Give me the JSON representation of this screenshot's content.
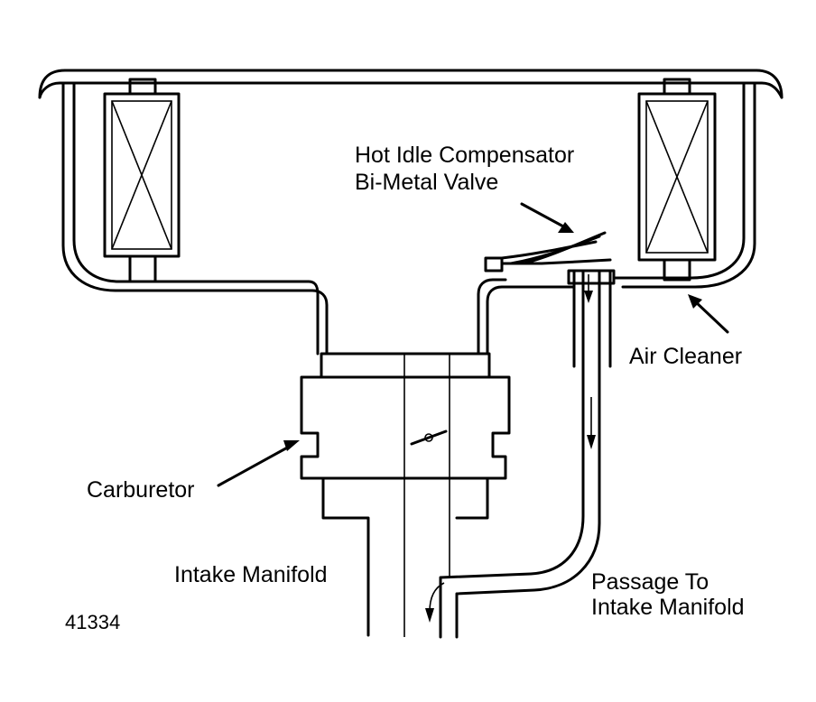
{
  "labels": {
    "valve_line1": "Hot Idle Compensator",
    "valve_line2": "Bi-Metal Valve",
    "air_cleaner": "Air Cleaner",
    "carburetor": "Carburetor",
    "intake_manifold": "Intake Manifold",
    "passage_line1": "Passage To",
    "passage_line2": "Intake Manifold",
    "figure_number": "41334"
  }
}
